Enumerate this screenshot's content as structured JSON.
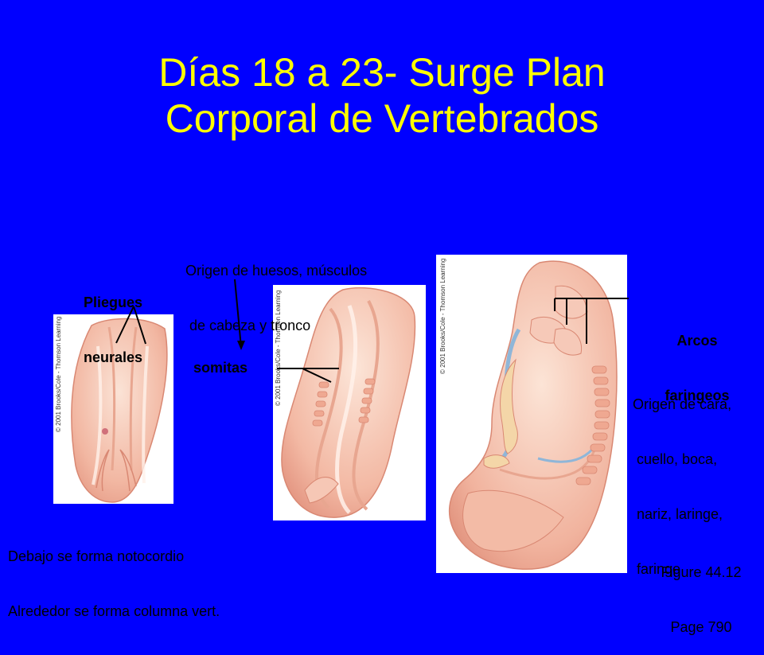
{
  "slide": {
    "background_color": "#0000FF",
    "title_color": "#FFFF00",
    "title_lines": [
      "Días 18 a 23- Surge Plan",
      "Corporal de Vertebrados"
    ]
  },
  "labels": {
    "pliegues": [
      "Pliegues",
      "neurales"
    ],
    "origen_huesos": [
      "Origen de huesos, músculos",
      " de cabeza y tronco"
    ],
    "somitas": "somitas",
    "arcos": [
      "Arcos",
      "faringeos"
    ],
    "origen_cara": [
      "Origen de cara,",
      " cuello, boca,",
      " nariz, laringe,",
      " faringe"
    ],
    "notocordio": [
      "Debajo se forma notocordio",
      "Alrededor se forma columna vert."
    ],
    "figure": [
      "Figure 44.12",
      "Page 790"
    ]
  },
  "credits": {
    "panel1": "© 2001 Brooks/Cole - Thomson Learning",
    "panel2": "© 2001 Brooks/Cole - Thomson Learning",
    "panel3": "© 2001 Brooks/Cole - Thomson Learning"
  }
}
